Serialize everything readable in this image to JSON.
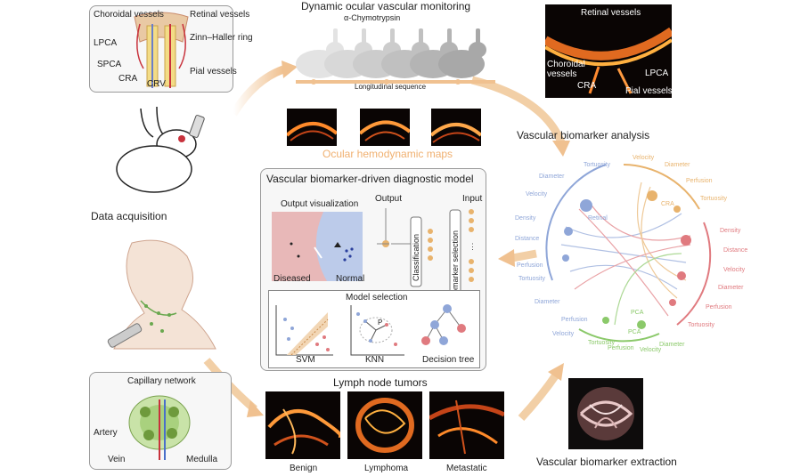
{
  "anatomy": {
    "choroidal_vessels": "Choroidal vessels",
    "retinal_vessels": "Retinal vessels",
    "lpca": "LPCA",
    "zinn_haller": "Zinn–Haller ring",
    "spca": "SPCA",
    "pial_vessels": "Pial vessels",
    "cra": "CRA",
    "crv": "CRV"
  },
  "monitoring": {
    "title": "Dynamic ocular vascular monitoring",
    "drug": "α-Chymotrypsin",
    "sequence": "Longitudinal sequence",
    "maps_label": "Ocular hemodynamic maps"
  },
  "acquisition": {
    "label": "Data acquisition"
  },
  "ocular_image": {
    "retinal_vessels": "Retinal vessels",
    "choroidal_vessels": "Choroidal vessels",
    "cra": "CRA",
    "lpca": "LPCA",
    "pial_vessels": "Pial vessels"
  },
  "analysis": {
    "label": "Vascular biomarker analysis"
  },
  "model": {
    "title": "Vascular biomarker-driven diagnostic model",
    "output_visualization": "Output visualization",
    "diseased": "Diseased",
    "normal": "Normal",
    "output": "Output",
    "input": "Input",
    "ellipsis": "⋮",
    "classification": "Classification",
    "biomarker_selection": "Biomarker selection",
    "model_selection": "Model selection",
    "svm": "SVM",
    "knn": "KNN",
    "p_label": "P",
    "decision_tree": "Decision tree"
  },
  "lymph": {
    "capillary_network": "Capillary network",
    "artery": "Artery",
    "vein": "Vein",
    "medulla": "Medulla",
    "title": "Lymph node tumors",
    "benign": "Benign",
    "lymphoma": "Lymphoma",
    "metastatic": "Metastatic"
  },
  "extraction": {
    "label": "Vascular biomarker extraction"
  },
  "circle": {
    "blue_labels": [
      "Tortuosity",
      "Perfusion",
      "Diameter",
      "Velocity",
      "Distance",
      "Density",
      "Tortuosity",
      "Perfusion",
      "Diameter",
      "Velocity"
    ],
    "orange_labels": [
      "Velocity",
      "Diameter",
      "Perfusion",
      "Tortuosity"
    ],
    "red_labels": [
      "Density",
      "Distance",
      "Velocity",
      "Diameter",
      "Perfusion",
      "Tortuosity"
    ],
    "green_labels": [
      "Tortuosity",
      "Perfusion",
      "PCA",
      "Velocity",
      "Diameter"
    ],
    "side_labels": [
      "Retinal",
      "CRA",
      "PCA"
    ]
  },
  "colors": {
    "blue": "#8fa6d8",
    "orange": "#e8b36d",
    "red": "#e07a7f",
    "green": "#8bc96a",
    "arrow": "#f2cfa6"
  }
}
